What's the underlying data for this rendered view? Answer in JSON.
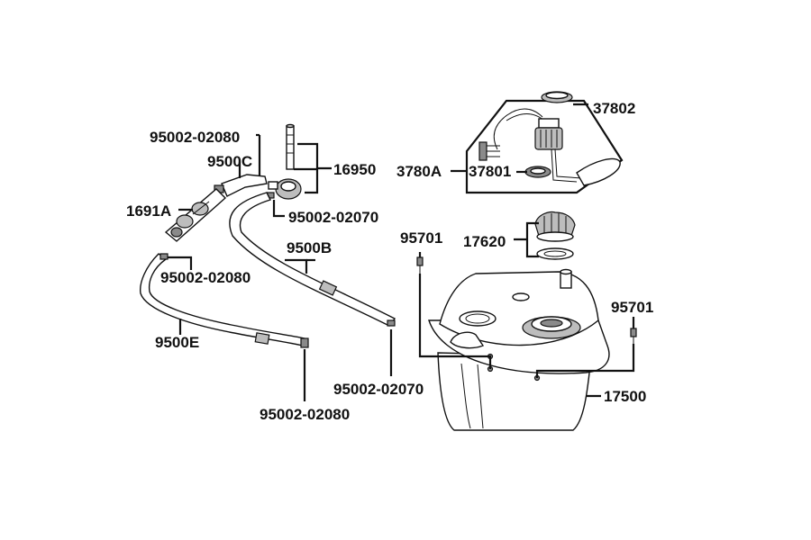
{
  "labels": {
    "l_37802": "37802",
    "l_3780a": "3780A",
    "l_37801": "37801",
    "l_95002_02080_top": "95002-02080",
    "l_9500c": "9500C",
    "l_16950": "16950",
    "l_1691a": "1691A",
    "l_95002_02070_top": "95002-02070",
    "l_9500b": "9500B",
    "l_95002_02080_mid": "95002-02080",
    "l_95701_left": "95701",
    "l_17620": "17620",
    "l_95701_right": "95701",
    "l_9500e": "9500E",
    "l_95002_02070_bot": "95002-02070",
    "l_17500": "17500",
    "l_95002_02080_bot": "95002-02080"
  }
}
